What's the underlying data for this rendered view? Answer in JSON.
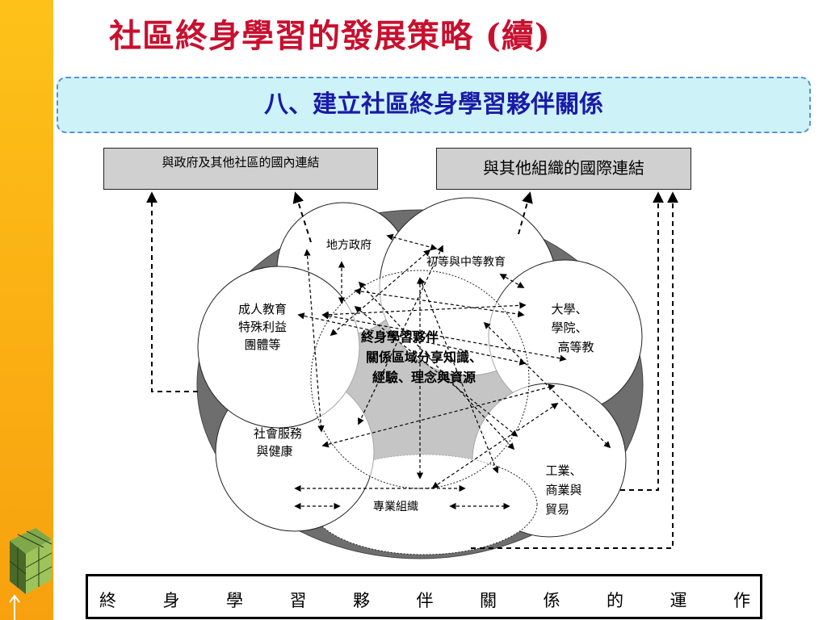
{
  "title": "社區終身學習的發展策略 (續)",
  "subtitle": "八、建立社區終身學習夥伴關係",
  "top_boxes": {
    "left": "與政府及其他社區的國內連結",
    "right": "與其他組織的國際連結"
  },
  "nodes": {
    "local_gov": "地方政府",
    "primary_secondary": "初等與中等教育",
    "adult_ed": [
      "成人教育",
      "特殊利益",
      "團體等"
    ],
    "university": [
      "大學、",
      "學院、",
      "高等教"
    ],
    "social_service": [
      "社會服務",
      "與健康"
    ],
    "industry": [
      "工業、",
      "商業與",
      "貿易"
    ],
    "professional": "專業組織"
  },
  "center": [
    "終身學習夥伴",
    "關係區域分享知識、",
    "經驗、理念與資源"
  ],
  "bottom_chars": [
    "終",
    "身",
    "學",
    "習",
    "夥",
    "伴",
    "關",
    "係",
    "的",
    "運",
    "作"
  ],
  "colors": {
    "title": "#c8102e",
    "subtitle": "#1a1aa8",
    "subtitle_bg": "#cdf3f9",
    "sidebar": "#fbb214",
    "outer_ring": "#6e6e6e"
  }
}
